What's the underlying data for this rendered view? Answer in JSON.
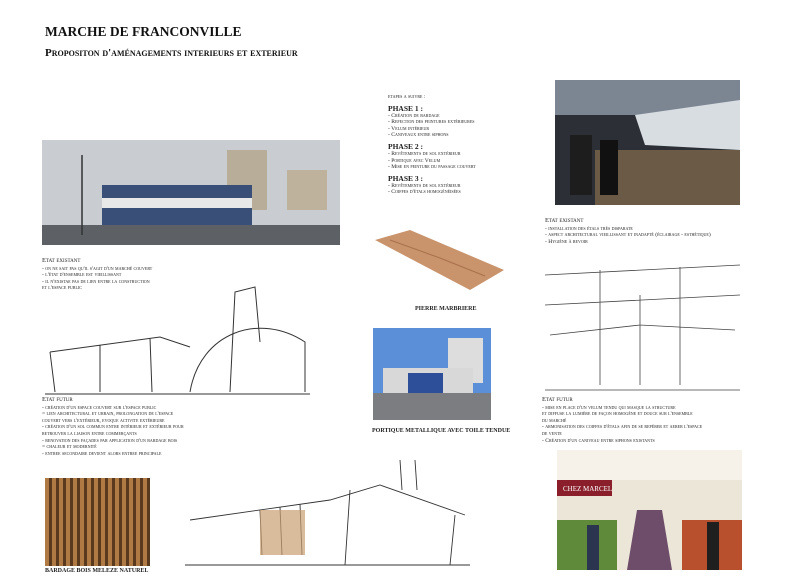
{
  "title": "MARCHE DE FRANCONVILLE",
  "subtitle": "Propositon d'aménagements interieurs et exterieur",
  "phases": {
    "intro": "etapes a suivre :",
    "items": [
      {
        "title": "PHASE 1 :",
        "lines": [
          "- Création de bardage",
          "- Refection des peintures extérieures",
          "- Velum intérieur",
          "- Caniveaux entre siphons"
        ]
      },
      {
        "title": "PHASE 2 :",
        "lines": [
          "- Revêtements de sol extérieur",
          "- Portique avec Velum",
          "- Mise en peinture du passage couvert"
        ]
      },
      {
        "title": "PHASE 3 :",
        "lines": [
          "- Revêtements de sol extérieur",
          "- Coiffes d'étals homogénéisées"
        ]
      }
    ]
  },
  "left_existing": {
    "title": "Etat existant",
    "lines": [
      "- on ne sait pas qu'il s'agit d'un marché couvert",
      "- l'état d'ensemble est vieillissant",
      "- il n'existae pas de lien entre la construction",
      "et l'espace public"
    ]
  },
  "left_future": {
    "title": "Etat futur",
    "lines": [
      "- création d'un espace couvert sur l'espace public",
      "= lien architectural et urbain, prolongation de l'espace",
      "couvert vers l'extérieur, evoque activite extérieure",
      "- création d'un sol commun entre intérieur et extérieur pour",
      "retrouver la liaison entre commerçants",
      "- renovation des façades par application d'un bardage bois",
      "= chaleur et modernité",
      "- entree secondaire devient alors entree principale"
    ]
  },
  "right_existing": {
    "title": "Etat existant",
    "lines": [
      "- installation des étals très disparate",
      "- aspect architectural vieillissant et inadapté (éclairage - esthétique)",
      "- Hygiène à revoir"
    ]
  },
  "right_future": {
    "title": "Etat futur",
    "lines": [
      "- mise en place d'un velum tendu qui masque la structure",
      "et diffuse la lumière de façon homogène et douce sur l'ensemble",
      "du marché",
      "- armonisation des coiffes d'étals afin de se repérer et aerer l'espace",
      "de vente",
      "- Création d'un caniveau entre siphons existants"
    ]
  },
  "captions": {
    "stone": "PIERRE MARBRIERE",
    "portique": "PORTIQUE METALLIQUE AVEC TOILE TENDUE",
    "wood": "BARDAGE BOIS MELEZE NATUREL"
  },
  "render_sign": "CHEZ MARCEL"
}
